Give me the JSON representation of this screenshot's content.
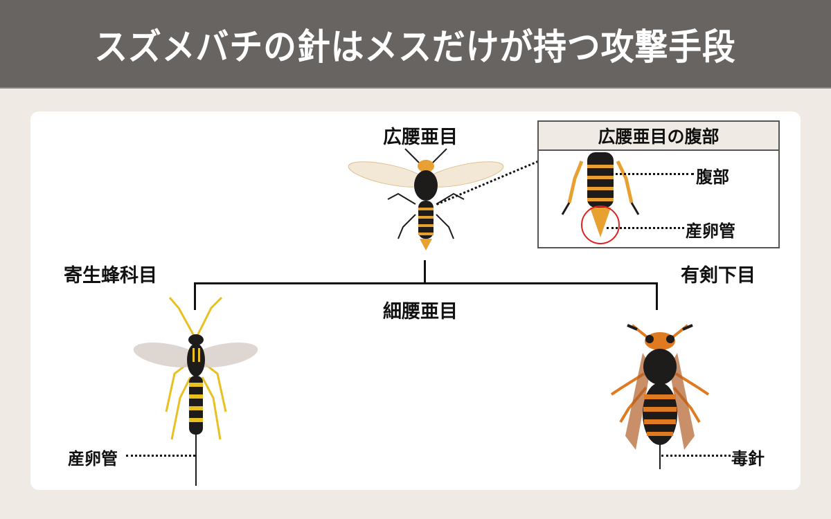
{
  "header": {
    "title": "スズメバチの針はメスだけが持つ攻撃手段"
  },
  "diagram": {
    "root": {
      "label": "広腰亜目"
    },
    "branch": {
      "label": "細腰亜目"
    },
    "left_child": {
      "label": "寄生蜂科目",
      "annotation": "産卵管"
    },
    "right_child": {
      "label": "有剣下目",
      "annotation": "毒針"
    },
    "inset": {
      "title": "広腰亜目の腹部",
      "annotations": [
        "腹部",
        "産卵管"
      ]
    }
  },
  "colors": {
    "header_bg": "#676462",
    "page_bg": "#efebe4",
    "card_bg": "#ffffff",
    "highlight_circle": "#e02020",
    "wasp_orange": "#e8a030",
    "wasp_yellow": "#e8c020",
    "hornet_orange": "#e07a20",
    "wasp_black": "#1e1c1a"
  }
}
